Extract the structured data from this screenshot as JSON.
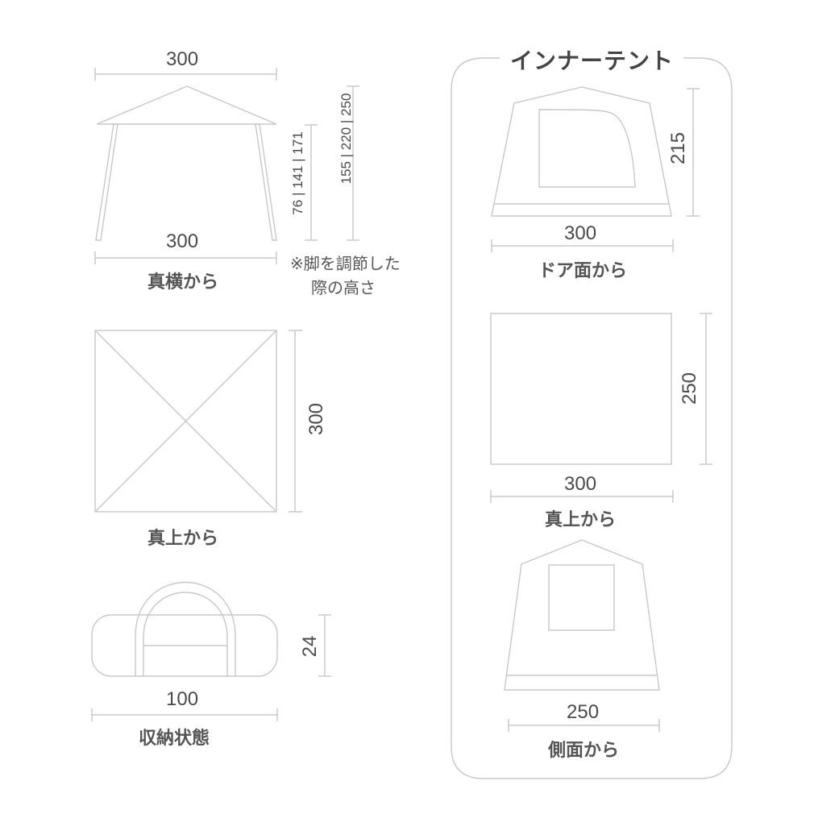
{
  "colors": {
    "line": "#c8c8c8",
    "text": "#4a4a4a",
    "background": "#ffffff"
  },
  "left_column": {
    "side_view": {
      "top_width": "300",
      "bottom_width": "300",
      "caption": "真横から",
      "leg_heights_short": "76 | 141 | 171",
      "leg_heights_tall": "155 | 220 | 250",
      "note_line1": "※脚を調節した",
      "note_line2": "際の高さ"
    },
    "top_view": {
      "depth": "300",
      "caption": "真上から"
    },
    "storage_view": {
      "width": "100",
      "height": "24",
      "caption": "収納状態"
    }
  },
  "inner_tent": {
    "title": "インナーテント",
    "door_view": {
      "height": "215",
      "width": "300",
      "caption": "ドア面から"
    },
    "top_view": {
      "depth": "250",
      "width": "300",
      "caption": "真上から"
    },
    "side_view": {
      "width": "250",
      "caption": "側面から"
    }
  }
}
